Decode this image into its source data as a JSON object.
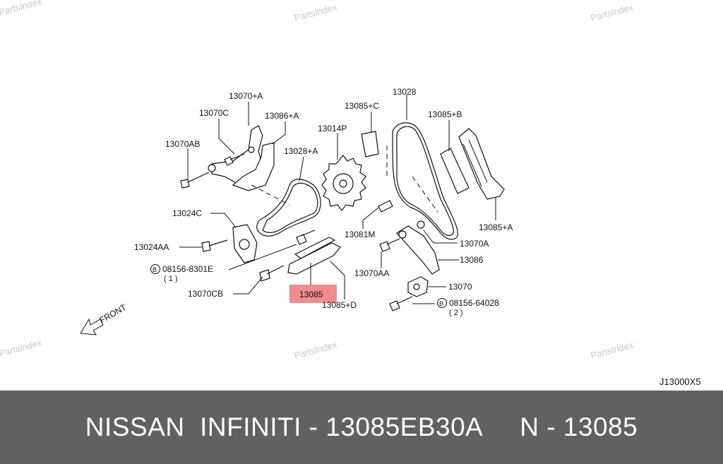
{
  "watermarks": [
    "PartsIndex",
    "PartsIndex",
    "PartsIndex",
    "PartsIndex",
    "PartsIndex"
  ],
  "diagram_code": "J13000X5",
  "front_label": "FRONT",
  "highlight_color": "#f28b8b",
  "callouts": {
    "c13070_a": "13070+A",
    "c13070c": "13070C",
    "c13086_a": "13086+A",
    "c13070ab": "13070AB",
    "c13028_a": "13028+A",
    "c13014p": "13014P",
    "c13085_c": "13085+C",
    "c13028": "13028",
    "c13085_b": "13085+B",
    "c13024c": "13024C",
    "c13024aa": "13024AA",
    "c08156_8301e": "08156-8301E",
    "c08156_8301e_qty": "( 1 )",
    "c13070cb": "13070CB",
    "c13085": "13085",
    "c13085_d": "13085+D",
    "c13081m": "13081M",
    "c13070a": "13070A",
    "c13086": "13086",
    "c13070aa": "13070AA",
    "c13070": "13070",
    "c08156_64028": "08156-64028",
    "c08156_64028_qty": "( 2 )",
    "c13085_a": "13085+A"
  },
  "footer": {
    "text": "NISSAN  INFINITI - 13085EB30A     N - 13085"
  }
}
